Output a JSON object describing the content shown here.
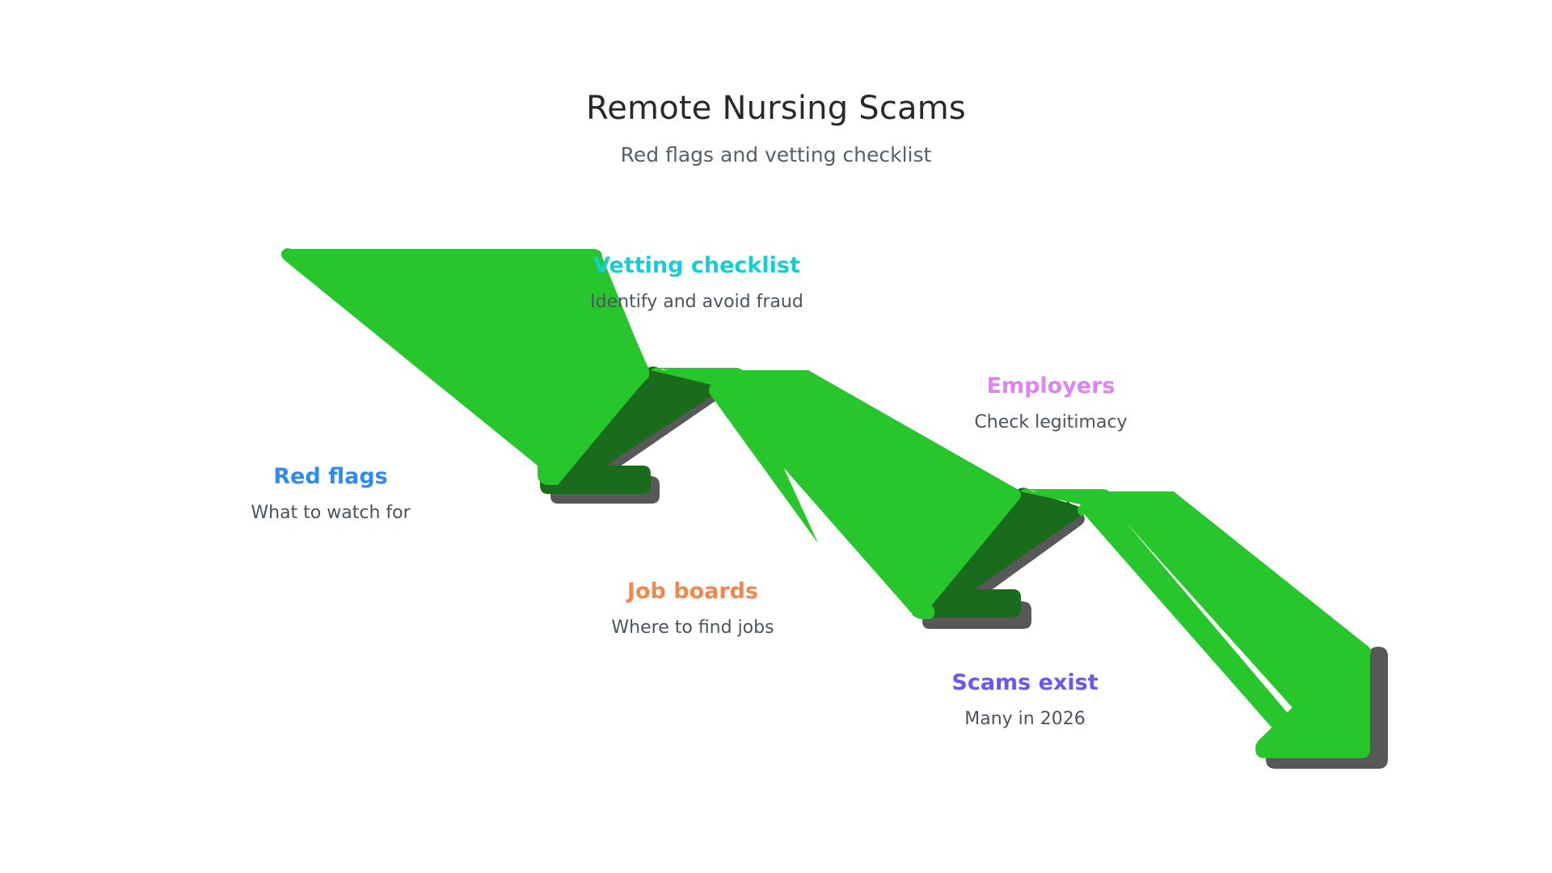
{
  "header": {
    "title": "Remote Nursing Scams",
    "subtitle": "Red flags and vetting checklist"
  },
  "palette": {
    "background": "#ffffff",
    "ribbon_green": "#27c62c",
    "fold_dark_green": "#1a6b1c",
    "shadow_gray": "#585858",
    "title_text": "#27292b",
    "subtitle_text": "#55606b",
    "description_text": "#4b545d"
  },
  "steps": [
    {
      "title": "Red flags",
      "description": "What to watch for",
      "color": "#2e8bf5"
    },
    {
      "title": "Vetting checklist",
      "description": "Identify and avoid fraud",
      "color": "#12cfd4"
    },
    {
      "title": "Employers",
      "description": "Check legitimacy",
      "color": "#dd84f0"
    },
    {
      "title": "Job boards",
      "description": "Where to find jobs",
      "color": "#f08751"
    },
    {
      "title": "Scams exist",
      "description": "Many in 2026",
      "color": "#6f55f0"
    }
  ],
  "chart_data": {
    "type": "line",
    "title": "Remote Nursing Scams",
    "subtitle": "Red flags and vetting checklist",
    "description": "Downward zigzag ribbon arrow with five labeled callout stages",
    "categories": [
      "Red flags",
      "Vetting checklist",
      "Employers",
      "Job boards",
      "Scams exist"
    ],
    "vertices": [
      [
        352,
        308
      ],
      [
        690,
        610
      ],
      [
        910,
        458
      ],
      [
        1150,
        765
      ],
      [
        1360,
        608
      ],
      [
        1710,
        940
      ]
    ],
    "direction": "descending",
    "legend": "none",
    "grid": false
  }
}
